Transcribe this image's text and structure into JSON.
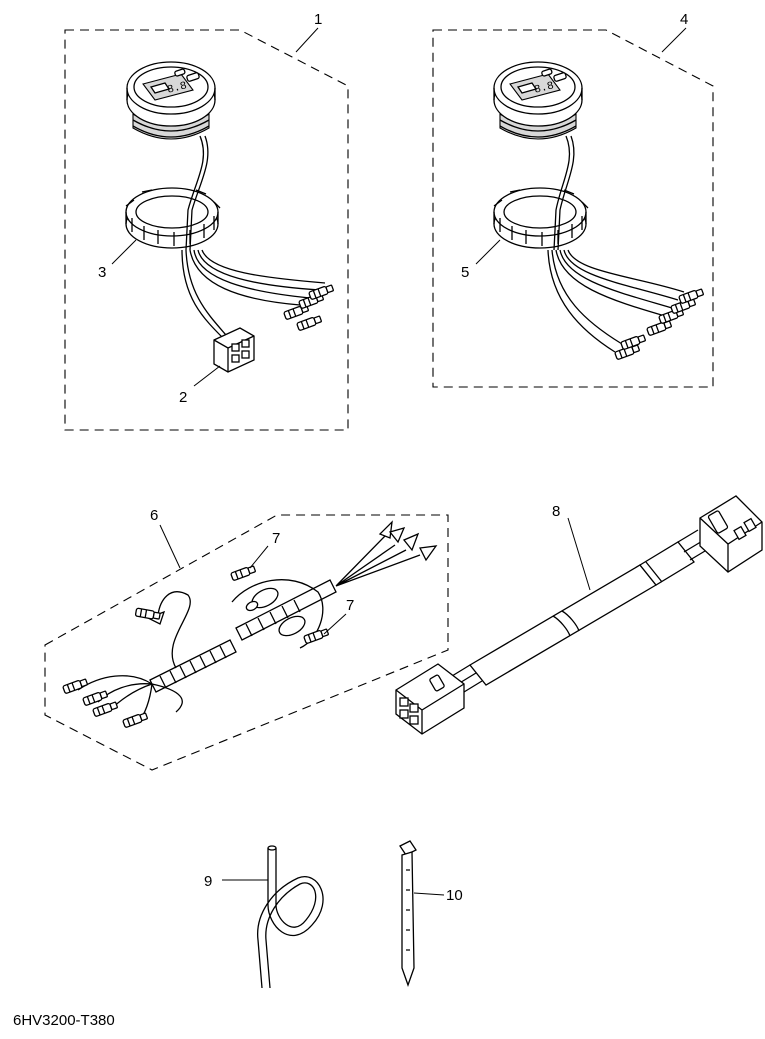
{
  "callouts": {
    "c1": "1",
    "c2": "2",
    "c3": "3",
    "c4": "4",
    "c5": "5",
    "c6": "6",
    "c7a": "7",
    "c7b": "7",
    "c8": "8",
    "c9": "9",
    "c10": "10"
  },
  "drawing_code": "6HV3200-T380"
}
